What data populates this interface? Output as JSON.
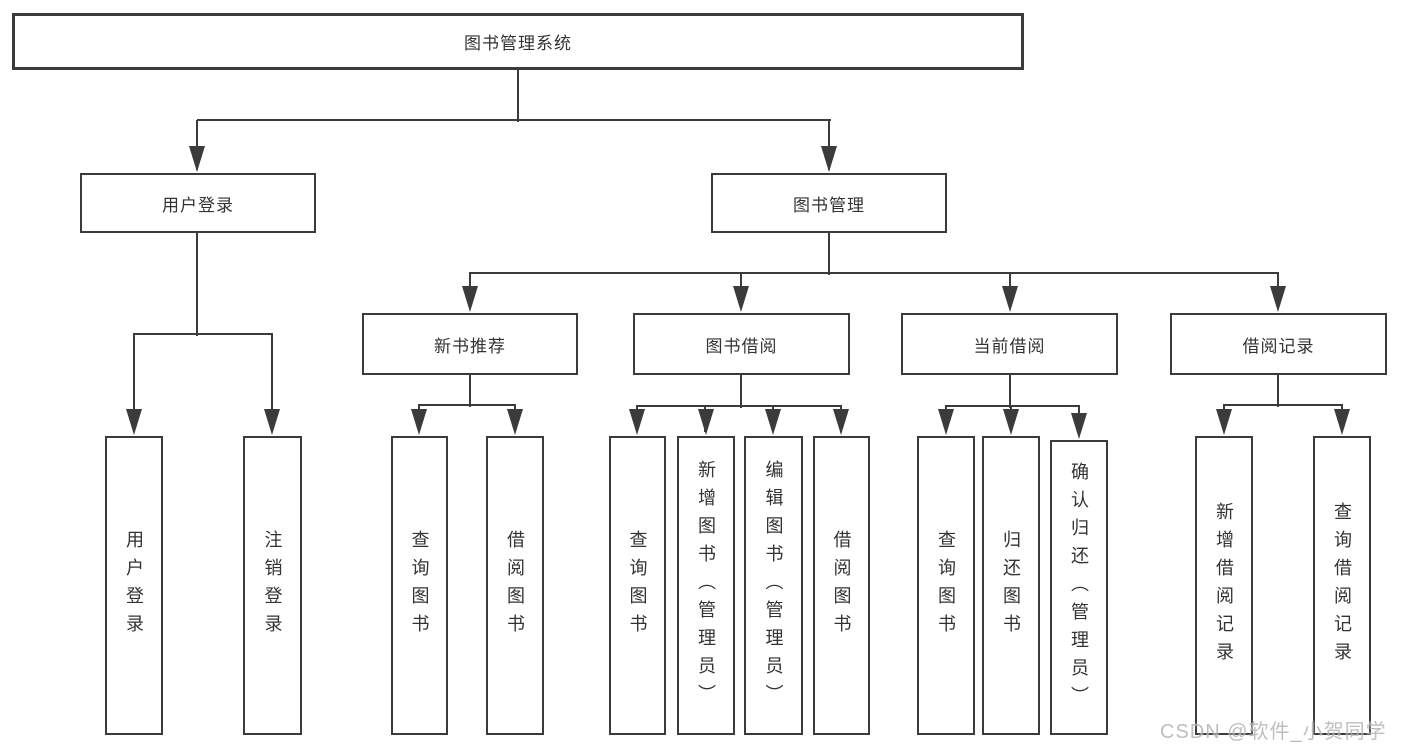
{
  "diagram": {
    "root": {
      "label": "图书管理系统"
    },
    "level2": [
      {
        "label": "用户登录"
      },
      {
        "label": "图书管理"
      }
    ],
    "level3": [
      {
        "label": "新书推荐"
      },
      {
        "label": "图书借阅"
      },
      {
        "label": "当前借阅"
      },
      {
        "label": "借阅记录"
      }
    ],
    "leaves": {
      "user_login": [
        {
          "label": "用户登录"
        },
        {
          "label": "注销登录"
        }
      ],
      "new_book": [
        {
          "label": "查询图书"
        },
        {
          "label": "借阅图书"
        }
      ],
      "book_borrow": [
        {
          "label": "查询图书"
        },
        {
          "label": "新增图书（管理员）"
        },
        {
          "label": "编辑图书（管理员）"
        },
        {
          "label": "借阅图书"
        }
      ],
      "current_borrow": [
        {
          "label": "查询图书"
        },
        {
          "label": "归还图书"
        },
        {
          "label": "确认归还（管理员）"
        }
      ],
      "borrow_records": [
        {
          "label": "新增借阅记录"
        },
        {
          "label": "查询借阅记录"
        }
      ]
    }
  },
  "watermark": {
    "text": "CSDN @软件_小贺同学"
  },
  "colors": {
    "line": "#3b3b3b",
    "text": "#333333",
    "background": "#ffffff",
    "watermark": "#b3b3b3"
  }
}
